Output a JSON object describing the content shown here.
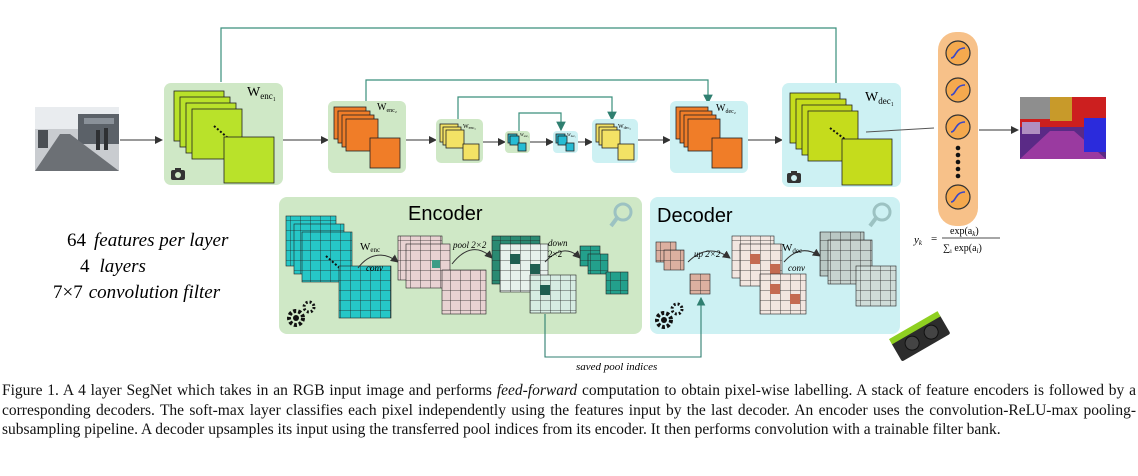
{
  "stages": {
    "enc1": "W",
    "enc1_sub": "enc₁",
    "enc2": "W",
    "enc2_sub": "enc₂",
    "enc3": "W",
    "enc3_sub": "enc₃",
    "enc4": "W",
    "enc4_sub": "enc₄",
    "dec4": "W",
    "dec4_sub": "dec₄",
    "dec3": "W",
    "dec3_sub": "dec₃",
    "dec2": "W",
    "dec2_sub": "dec₂",
    "dec1": "W",
    "dec1_sub": "dec₁"
  },
  "encoder": {
    "title": "Encoder",
    "w_label": "W",
    "w_sub": "enc",
    "conv": "conv",
    "pool": "pool 2×2",
    "down": "down",
    "down2": "2×2"
  },
  "decoder": {
    "title": "Decoder",
    "up": "up 2×2",
    "w_label": "W",
    "w_sub": "dec",
    "conv": "conv"
  },
  "saved_pool": "saved pool indices",
  "params": {
    "line1_num": "64",
    "line1_text": "features per layer",
    "line2_num": "4",
    "line2_text": "layers",
    "line3_num": "7×7",
    "line3_text": "convolution  filter"
  },
  "softmax": {
    "lhs": "y",
    "lhs_sub": "k",
    "eq": "=",
    "numerator": "exp(a",
    "numerator_sub": "k",
    "numerator_end": ")",
    "denominator": "∑",
    "denominator_sub": "i",
    "denominator_rest": " exp(a",
    "denominator_sub2": "i",
    "denominator_end": ")"
  },
  "caption": {
    "part1": "Figure 1. A 4 layer SegNet which takes in an RGB input image and performs ",
    "emph": "feed-forward",
    "part2": " computation to obtain pixel-wise labelling. A stack of feature encoders is followed by a corresponding decoders. The soft-max layer classifies each pixel independently using the features input by the last decoder. An encoder uses the convolution-ReLU-max pooling-subsampling pipeline. A decoder upsamples its input using the transferred pool indices from its encoder. It then performs convolution with a trainable filter bank."
  },
  "colors": {
    "green_panel": "#cfe8c6",
    "cyan_panel": "#cdf1f3",
    "lime": "#b9e22a",
    "orange": "#f07d28",
    "yellow": "#f3e265",
    "cyan_block": "#26bcd4",
    "softmax_bar": "#f7c189",
    "softmax_circle": "#f5a94e",
    "teal_cell": "#1f9a8e",
    "pink_cell": "#e8d2d2",
    "link_line": "#3a8f7c"
  },
  "icons": [
    "camera-icon",
    "camera-icon",
    "gears-icon",
    "gears-icon",
    "magnifier-icon",
    "magnifier-icon",
    "gpu-card-icon",
    "sigmoid-icon"
  ]
}
